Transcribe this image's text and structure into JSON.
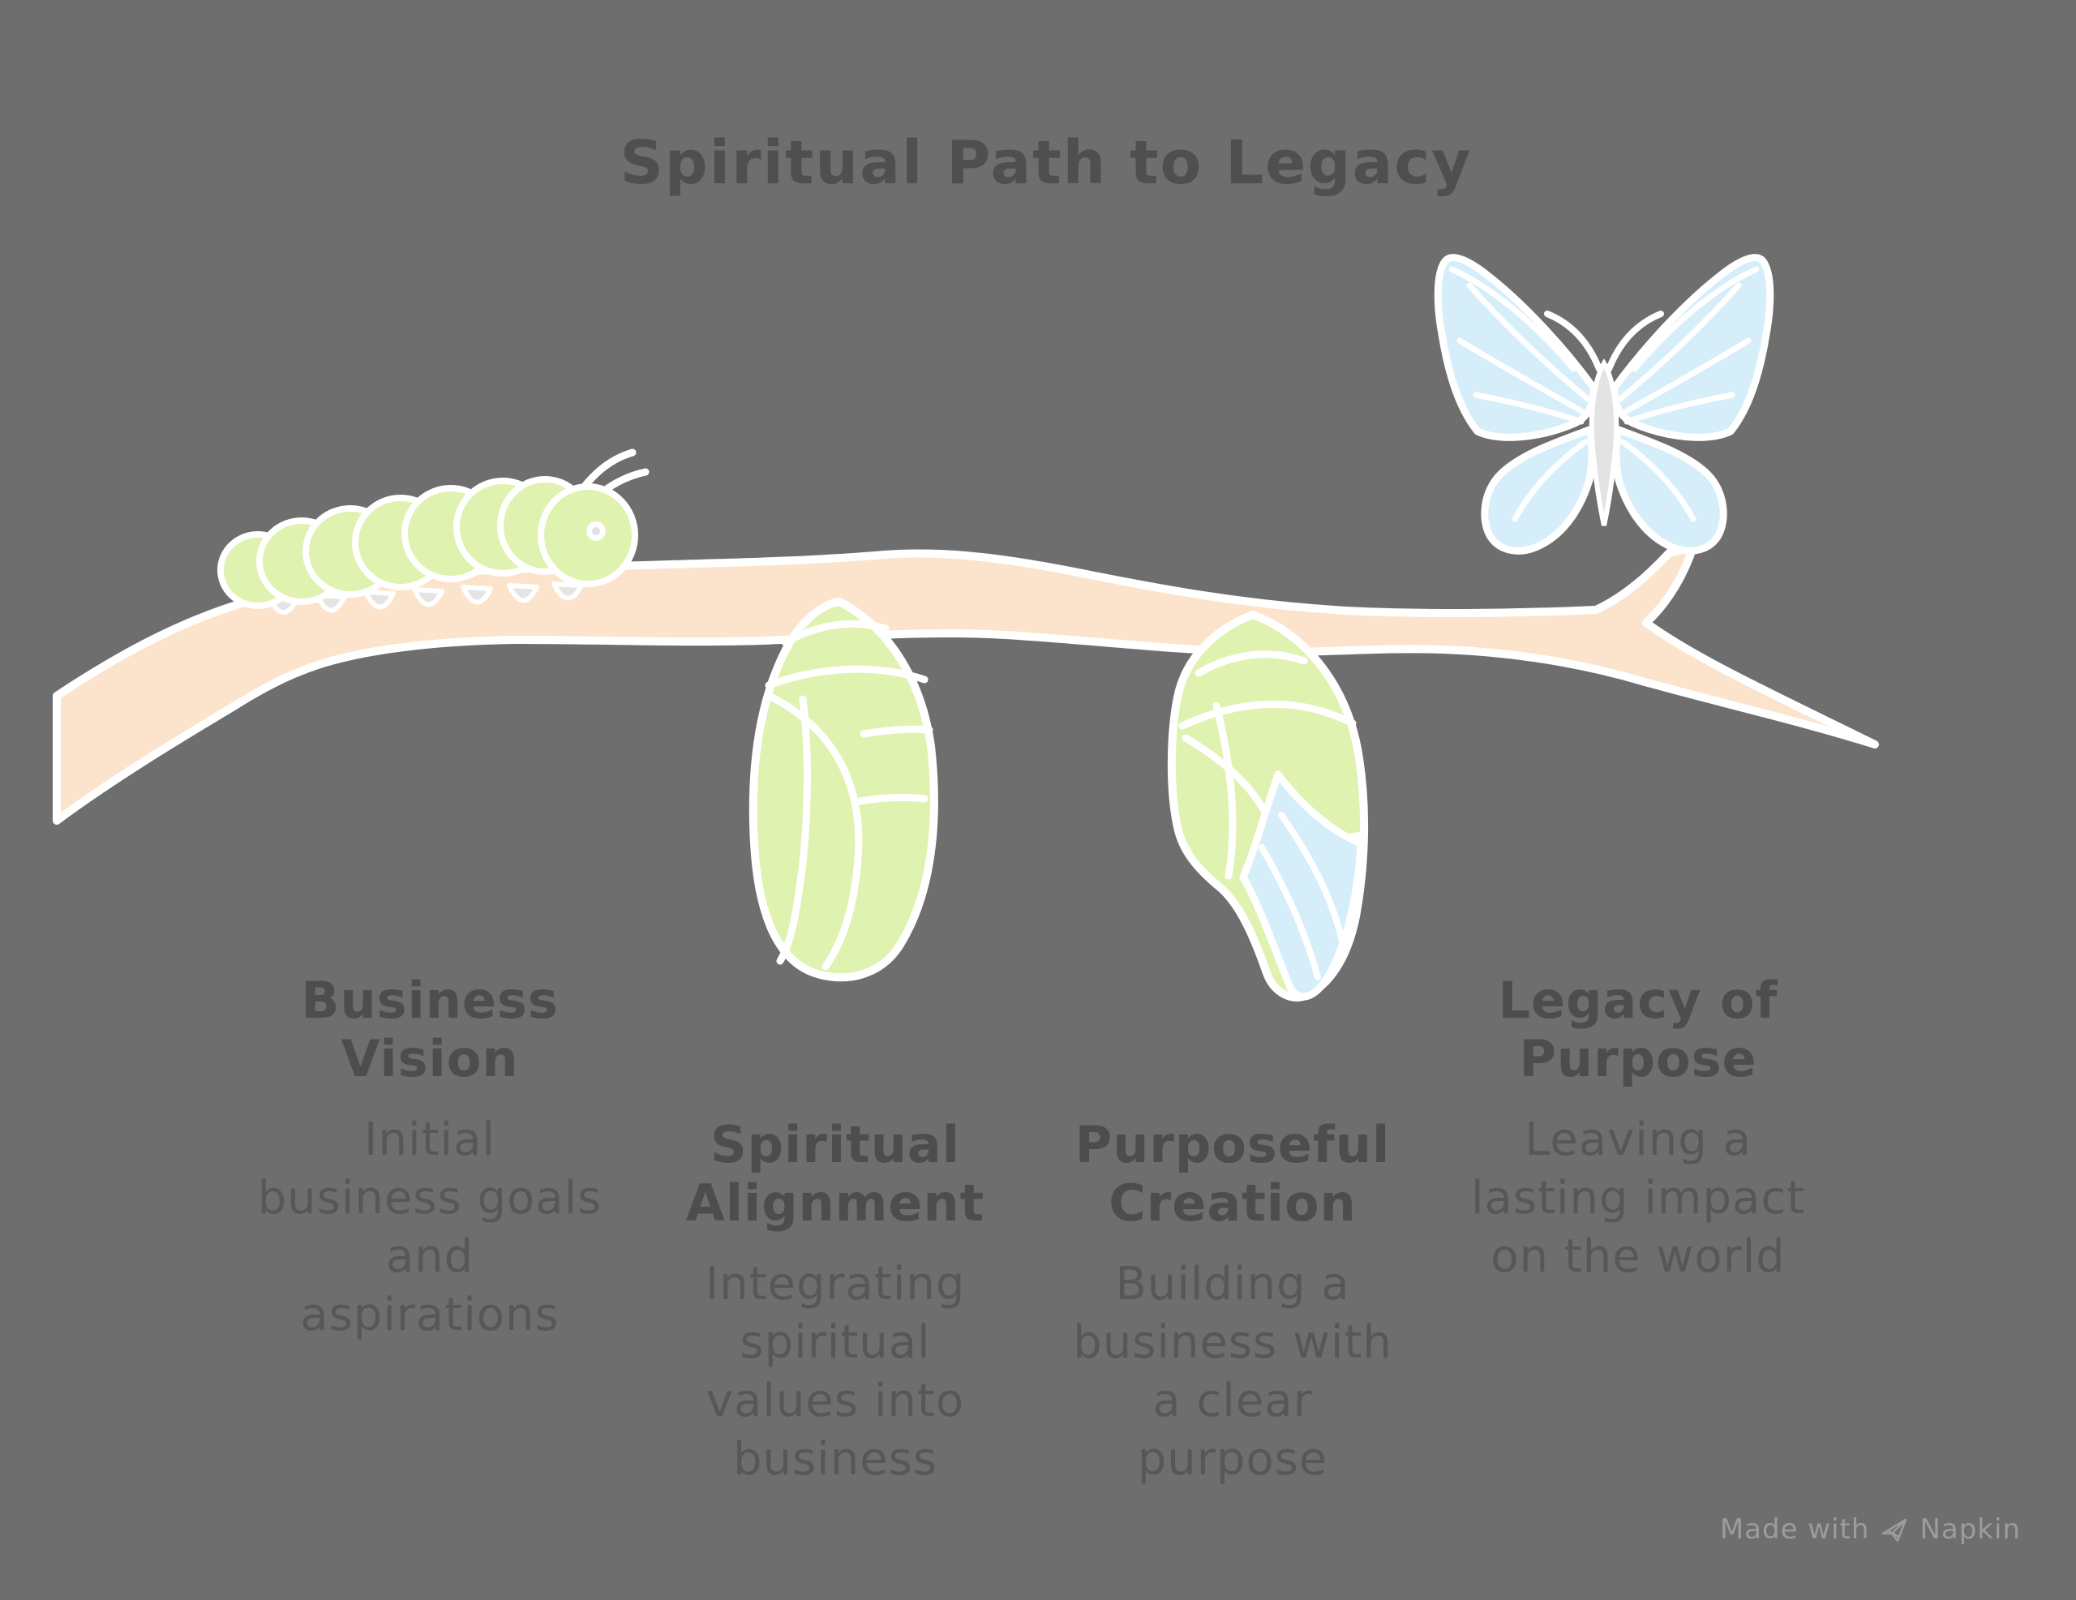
{
  "title": "Spiritual Path to Legacy",
  "stages": [
    {
      "heading": [
        "Business",
        "Vision"
      ],
      "description": [
        "Initial",
        "business goals",
        "and",
        "aspirations"
      ],
      "illustration_element": "caterpillar"
    },
    {
      "heading": [
        "Spiritual",
        "Alignment"
      ],
      "description": [
        "Integrating",
        "spiritual",
        "values into",
        "business"
      ],
      "illustration_element": "chrysalis"
    },
    {
      "heading": [
        "Purposeful",
        "Creation"
      ],
      "description": [
        "Building a",
        "business with",
        "a clear",
        "purpose"
      ],
      "illustration_element": "chrysalis-emerging"
    },
    {
      "heading": [
        "Legacy of",
        "Purpose"
      ],
      "description": [
        "Leaving a",
        "lasting impact",
        "on the world"
      ],
      "illustration_element": "butterfly"
    }
  ],
  "watermark": {
    "prefix": "Made with",
    "brand": "Napkin"
  },
  "colors": {
    "background": "#6e6e6e",
    "title_text": "#4f4f4f",
    "heading_text": "#4d4d4d",
    "body_text": "#575757",
    "branch": "#fce3cc",
    "caterpillar_green": "#dff2b0",
    "butterfly_blue": "#d6eefa",
    "outline_white": "#ffffff",
    "detail_gray": "#e3e3e3",
    "watermark_text": "#9c9c9c"
  }
}
